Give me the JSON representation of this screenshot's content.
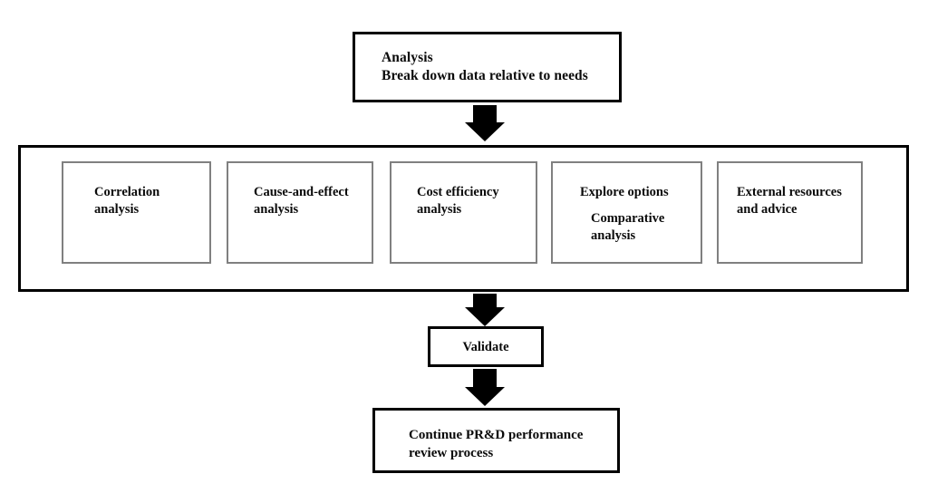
{
  "diagram": {
    "title_box": {
      "heading": "Analysis",
      "description": "Break down data relative to needs"
    },
    "methods": [
      {
        "label": "Correlation\nanalysis"
      },
      {
        "label": "Cause-and-effect\nanalysis"
      },
      {
        "label": "Cost efficiency\nanalysis"
      },
      {
        "label": "Explore options",
        "sub_label": "Comparative\nanalysis"
      },
      {
        "label": "External resources\nand advice"
      }
    ],
    "validate_box": {
      "label": "Validate"
    },
    "continue_box": {
      "label": "Continue PR&D performance\nreview process"
    },
    "arrows": [
      {
        "name": "arrow-analysis-to-methods",
        "direction": "down"
      },
      {
        "name": "arrow-methods-to-validate",
        "direction": "down"
      },
      {
        "name": "arrow-validate-to-continue",
        "direction": "down"
      }
    ],
    "colors": {
      "stroke_heavy": "#000000",
      "stroke_light": "#808080",
      "text": "#0b0b0b",
      "background": "#ffffff"
    }
  }
}
